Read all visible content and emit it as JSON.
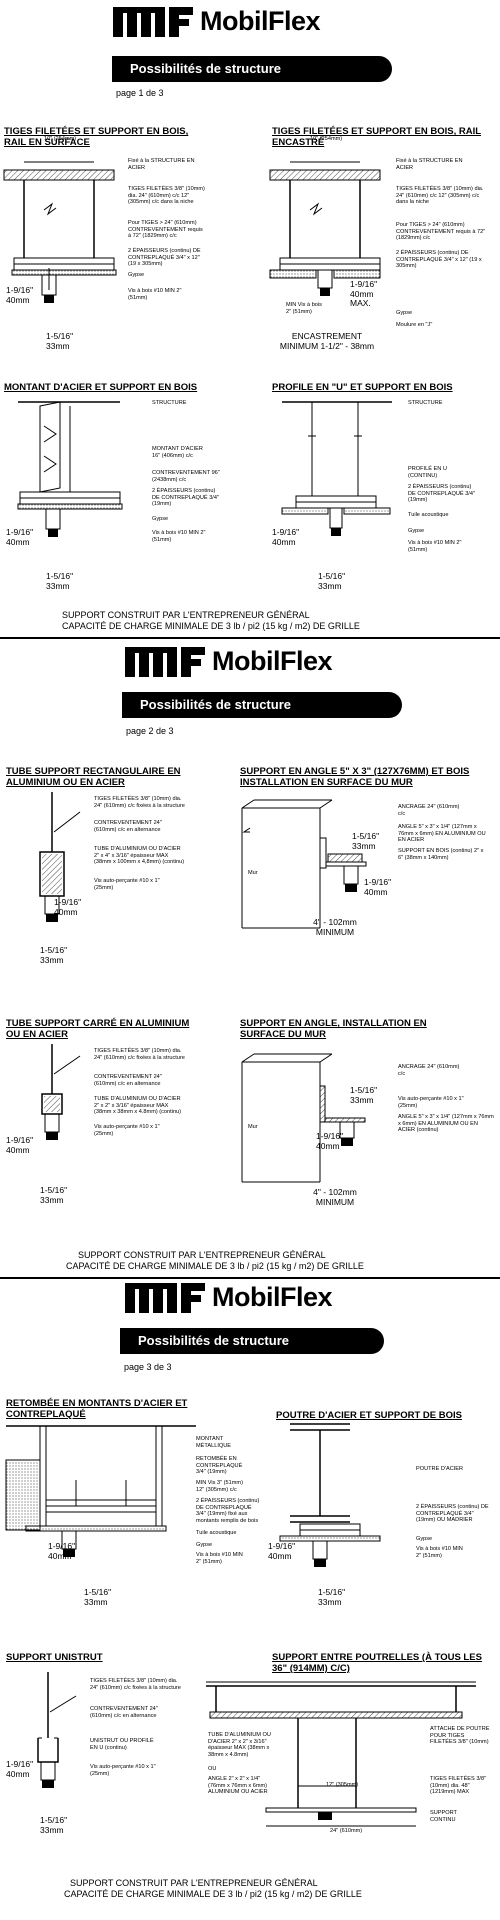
{
  "brand": {
    "name": "MobilFlex"
  },
  "header_title": "Possibilités de structure",
  "pages": [
    {
      "page_label": "page 1 de 3",
      "sections": [
        {
          "title": "TIGES FILETÉES ET SUPPORT EN BOIS, RAIL EN SURFACE",
          "notes": [
            "10\" (254mm)",
            "Fixé à la STRUCTURE EN ACIER",
            "TIGES FILETÉES 3/8\" (10mm) dia. 24\" (610mm) c/c 12\" (305mm) c/c dans la niche",
            "Pour TIGES > 24\" (610mm) CONTREVENTEMENT requis à 72\" (1829mm) c/c",
            "2 ÉPAISSEURS (continu) DE CONTREPLAQUÉ 3/4\" x 12\" (19 x 305mm)",
            "Gypse",
            "Vis à bois #10 MIN 2\" (51mm)"
          ],
          "dims": [
            "1-9/16\" 40mm",
            "1-5/16\" 33mm"
          ]
        },
        {
          "title": "TIGES FILETÉES ET SUPPORT EN BOIS, RAIL ENCASTRÉ",
          "notes": [
            "10\" (254mm)",
            "Fixé à la STRUCTURE EN ACIER",
            "TIGES FILETÉES 3/8\" (10mm) dia. 24\" (610mm) c/c 12\" (305mm) c/c dans la niche",
            "Pour TIGES > 24\" (610mm) CONTREVENTEMENT requis à 72\" (1829mm) c/c",
            "2 ÉPAISSEURS (continu) DE CONTREPLAQUÉ 3/4\" x 12\" (19 x 305mm)",
            "MIN Vis à bois 2\" (51mm)",
            "Gypse",
            "Moulure en \"J\""
          ],
          "dims": [
            "1-9/16\" 40mm MAX.",
            "ENCASTREMENT MINIMUM 1-1/2\" - 38mm"
          ]
        },
        {
          "title": "MONTANT D'ACIER ET SUPPORT EN BOIS",
          "notes": [
            "STRUCTURE",
            "MONTANT D'ACIER 16\" (406mm) c/c",
            "CONTREVENTEMENT 96\" (2438mm) c/c",
            "2 ÉPAISSEURS (continu) DE CONTREPLAQUÉ 3/4\" (19mm)",
            "Gypse",
            "Vis à bois #10 MIN 2\" (51mm)"
          ],
          "dims": [
            "1-9/16\" 40mm",
            "1-5/16\" 33mm"
          ]
        },
        {
          "title": "PROFILE EN \"U\" ET SUPPORT EN BOIS",
          "notes": [
            "STRUCTURE",
            "PROFILÉ EN U (CONTINU)",
            "2 ÉPAISSEURS (continu) DE CONTREPLAQUÉ 3/4\" (19mm)",
            "Tuile acoustique",
            "Gypse",
            "Vis à bois #10 MIN 2\" (51mm)"
          ],
          "dims": [
            "1-9/16\" 40mm",
            "1-5/16\" 33mm"
          ]
        }
      ],
      "footer": [
        "SUPPORT CONSTRUIT PAR L'ENTREPRENEUR GÉNÉRAL",
        "CAPACITÉ DE CHARGE MINIMALE DE 3 lb / pi2 (15 kg / m2) DE GRILLE"
      ]
    },
    {
      "page_label": "page 2 de 3",
      "sections": [
        {
          "title": "TUBE SUPPORT RECTANGULAIRE EN ALUMINIUM OU EN ACIER",
          "notes": [
            "TIGES FILETÉES 3/8\" (10mm) dia. 24\" (610mm) c/c fixées à la structure",
            "CONTREVENTEMENT 24\" (610mm) c/c en alternance",
            "TUBE D'ALUMINIUM OU D'ACIER 2\" x 4\" x 3/16\" épaisseur MAX (38mm x 100mm x 4,8mm) (continu)",
            "Vis auto-perçante #10 x 1\" (25mm)"
          ],
          "dims": [
            "1-9/16\" 40mm",
            "1-5/16\" 33mm"
          ]
        },
        {
          "title": "SUPPORT EN ANGLE 5\" x 3\" (127x76mm) ET BOIS INSTALLATION EN SURFACE DU MUR",
          "notes": [
            "ANCRAGE 24\" (610mm) c/c",
            "ANGLE 5\" x 3\" x 1/4\" (127mm x 76mm x 6mm) EN ALUMINIUM OU EN ACIER",
            "SUPPORT EN BOIS (continu) 2\" x 6\" (38mm x 140mm)",
            "Mur"
          ],
          "dims": [
            "1-5/16\" 33mm",
            "1-9/16\" 40mm",
            "4\" - 102mm MINIMUM"
          ]
        },
        {
          "title": "TUBE SUPPORT CARRÉ EN ALUMINIUM OU EN ACIER",
          "notes": [
            "TIGES FILETÉES 3/8\" (10mm) dia. 24\" (610mm) c/c fixées à la structure",
            "CONTREVENTEMENT 24\" (610mm) c/c en alternance",
            "TUBE D'ALUMINIUM OU D'ACIER 2\" x 2\" x 3/16\" épaisseur MAX (38mm x 38mm x 4.8mm) (continu)",
            "Vis auto-perçante #10 x 1\" (25mm)"
          ],
          "dims": [
            "1-9/16\" 40mm",
            "1-5/16\" 33mm"
          ]
        },
        {
          "title": "SUPPORT EN ANGLE, INSTALLATION EN SURFACE DU MUR",
          "notes": [
            "ANCRAGE 24\" (610mm) c/c",
            "Vis auto-perçante #10 x 1\" (25mm)",
            "ANGLE 5\" x 3\" x 1/4\" (127mm x 76mm x 6mm) EN ALUMINIUM OU EN ACIER (continu)",
            "Mur"
          ],
          "dims": [
            "1-5/16\" 33mm",
            "1-9/16\" 40mm",
            "4\" - 102mm MINIMUM"
          ]
        }
      ],
      "footer": [
        "SUPPORT CONSTRUIT PAR L'ENTREPRENEUR GÉNÉRAL",
        "CAPACITÉ DE CHARGE MINIMALE DE 3 lb / pi2 (15 kg / m2) DE GRILLE"
      ]
    },
    {
      "page_label": "page 3 de 3",
      "sections": [
        {
          "title": "RETOMBÉE EN MONTANTS D'ACIER ET CONTREPLAQUÉ",
          "notes": [
            "MONTANT MÉTALLIQUE",
            "RETOMBÉE EN CONTREPLAQUÉ 3/4\" (19mm)",
            "MIN Vis 3\" (51mm) 12\" (305mm) c/c",
            "2 ÉPAISSEURS (continu) DE CONTREPLAQUÉ 3/4\" (19mm) fixé aux montants remplis de bois",
            "Tuile acoustique",
            "Gypse",
            "Vis à bois #10 MIN 2\" (51mm)"
          ],
          "dims": [
            "1-9/16\" 40mm",
            "1-5/16\" 33mm"
          ]
        },
        {
          "title": "POUTRE D'ACIER ET SUPPORT DE BOIS",
          "notes": [
            "POUTRE D'ACIER",
            "2 ÉPAISSEURS (continu) DE CONTREPLAQUÉ 3/4\" (19mm) OU MADRIER",
            "Gypse",
            "Vis à bois #10 MIN 2\" (51mm)"
          ],
          "dims": [
            "1-9/16\" 40mm",
            "1-5/16\" 33mm"
          ]
        },
        {
          "title": "SUPPORT UNISTRUT",
          "notes": [
            "TIGES FILETÉES 3/8\" (10mm) dia. 24\" (610mm) c/c fixées à la structure",
            "CONTREVENTEMENT 24\" (610mm) c/c en alternance",
            "UNISTRUT OU PROFILÉ EN U (continu)",
            "Vis auto-perçante #10 x 1\" (25mm)"
          ],
          "dims": [
            "1-9/16\" 40mm",
            "1-5/16\" 33mm"
          ]
        },
        {
          "title": "SUPPORT ENTRE POUTRELLES (À TOUS LES 36\" (914mm) C/C)",
          "notes": [
            "TUBE D'ALUMINIUM OU D'ACIER 2\" x 2\" x 3/16\" épaisseur MAX (38mm x 38mm x 4.8mm)",
            "OU",
            "ANGLE 2\" x 2\" x 1/4\" (76mm x 76mm x 6mm) ALUMINIUM OU ACIER",
            "ATTACHE DE POUTRE POUR TIGES FILETÉES 3/8\" (10mm)",
            "TIGES FILETÉES 3/8\" (10mm) dia. 48\" (1219mm) MAX",
            "12\" (305mm)",
            "SUPPORT CONTINU",
            "24\" (610mm)"
          ],
          "dims": []
        }
      ],
      "footer": [
        "SUPPORT CONSTRUIT PAR L'ENTREPRENEUR GÉNÉRAL",
        "CAPACITÉ DE CHARGE MINIMALE DE 3 lb / pi2 (15 kg / m2) DE GRILLE"
      ]
    }
  ]
}
